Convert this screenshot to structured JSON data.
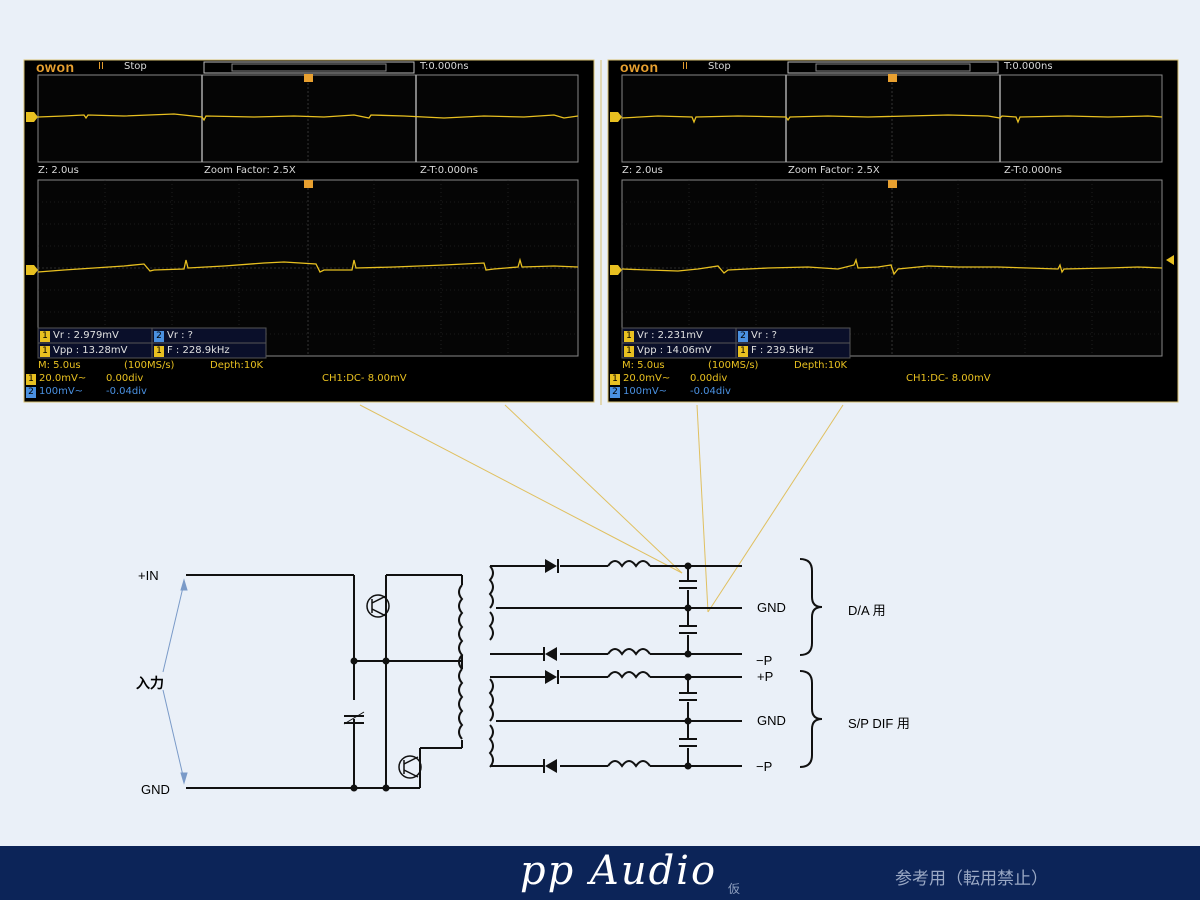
{
  "scopes": [
    {
      "logo": "owon",
      "run_state_icon": "pause-icon",
      "run_state_glyph": "II",
      "state": "Stop",
      "trigger_time": "T:0.000ns",
      "timebase_zoom": "Z: 2.0us",
      "zoom_factor": "Zoom Factor: 2.5X",
      "zoom_time": "Z-T:0.000ns",
      "measurements": {
        "ch1_vr": "Vr : 2.979mV",
        "ch2_vr": "Vr :     ?",
        "ch1_vpp": "Vpp : 13.28mV",
        "ch1_f": "F : 228.9kHz"
      },
      "main_timebase": "M: 5.0us",
      "sample_rate": "(100MS/s)",
      "depth": "Depth:10K",
      "ch1_scale": "20.0mV~",
      "ch1_offset": "0.00div",
      "ch2_scale": "100mV~",
      "ch2_offset": "-0.04div",
      "trigger_info": "CH1:DC- 8.00mV"
    },
    {
      "logo": "owon",
      "run_state_icon": "pause-icon",
      "run_state_glyph": "II",
      "state": "Stop",
      "trigger_time": "T:0.000ns",
      "timebase_zoom": "Z: 2.0us",
      "zoom_factor": "Zoom Factor: 2.5X",
      "zoom_time": "Z-T:0.000ns",
      "measurements": {
        "ch1_vr": "Vr : 2.231mV",
        "ch2_vr": "Vr :     ?",
        "ch1_vpp": "Vpp : 14.06mV",
        "ch1_f": "F : 239.5kHz"
      },
      "main_timebase": "M: 5.0us",
      "sample_rate": "(100MS/s)",
      "depth": "Depth:10K",
      "ch1_scale": "20.0mV~",
      "ch1_offset": "0.00div",
      "ch2_scale": "100mV~",
      "ch2_offset": "-0.04div",
      "trigger_info": "CH1:DC- 8.00mV"
    }
  ],
  "channel_markers": {
    "ch1": "1",
    "ch2": "2"
  },
  "circuit": {
    "in_plus": "+IN",
    "in_label": "入力",
    "gnd_in": "GND",
    "out1_gnd": "GND",
    "out1_minus": "−P",
    "out1_group": "D/A 用",
    "out2_plus": "+P",
    "out2_gnd": "GND",
    "out2_minus": "−P",
    "out2_group": "S/P DIF 用"
  },
  "footer": {
    "brand": "pp Audio",
    "brand_sub": "仮",
    "notice": "参考用（転用禁止）"
  },
  "colors": {
    "background": "#eaf0f8",
    "footer": "#0c2458",
    "trace_ch1": "#e8c020",
    "trace_ch2": "#4a90e0",
    "callout_line": "#e0c060"
  }
}
